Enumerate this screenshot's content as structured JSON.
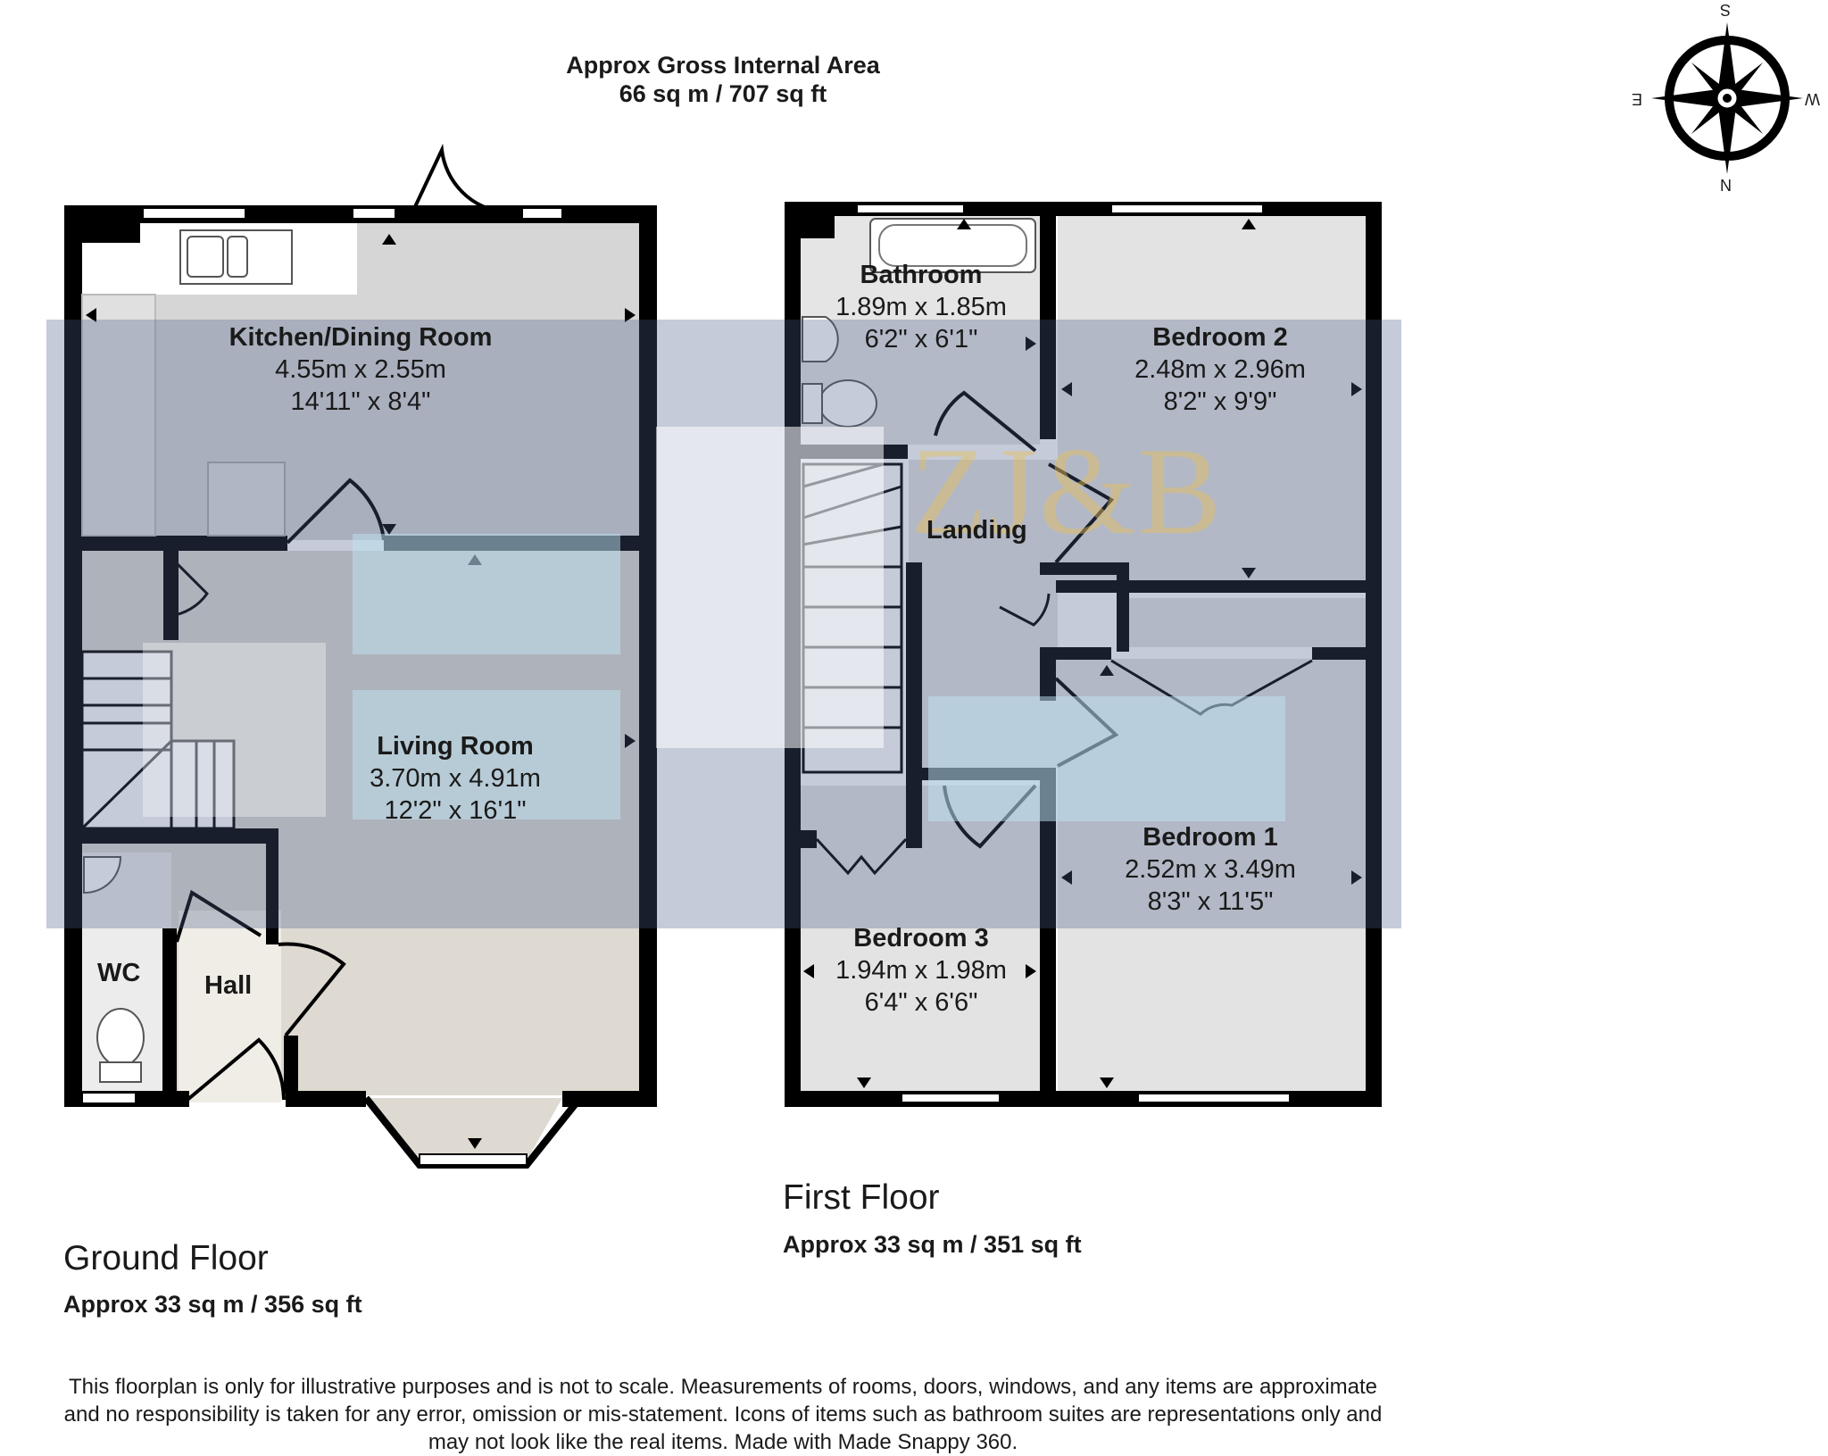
{
  "header": {
    "line1": "Approx Gross Internal Area",
    "line2": "66 sq m / 707 sq ft"
  },
  "ground_floor": {
    "title": "Ground Floor",
    "area": "Approx 33 sq m / 356 sq ft",
    "rooms": {
      "kitchen": {
        "name": "Kitchen/Dining Room",
        "metric": "4.55m x 2.55m",
        "imperial": "14'11\" x 8'4\""
      },
      "living": {
        "name": "Living Room",
        "metric": "3.70m x 4.91m",
        "imperial": "12'2\" x 16'1\""
      },
      "wc": {
        "name": "WC"
      },
      "hall": {
        "name": "Hall"
      }
    }
  },
  "first_floor": {
    "title": "First Floor",
    "area": "Approx 33 sq m / 351 sq ft",
    "rooms": {
      "bathroom": {
        "name": "Bathroom",
        "metric": "1.89m x 1.85m",
        "imperial": "6'2\" x 6'1\""
      },
      "bedroom2": {
        "name": "Bedroom 2",
        "metric": "2.48m x 2.96m",
        "imperial": "8'2\" x 9'9\""
      },
      "landing": {
        "name": "Landing"
      },
      "bedroom1": {
        "name": "Bedroom 1",
        "metric": "2.52m x 3.49m",
        "imperial": "8'3\" x 11'5\""
      },
      "bedroom3": {
        "name": "Bedroom 3",
        "metric": "1.94m x 1.98m",
        "imperial": "6'4\" x 6'6\""
      }
    }
  },
  "compass": {
    "n": "N",
    "s": "S",
    "e": "E",
    "w": "W"
  },
  "watermark": "ZJ&B",
  "disclaimer": {
    "line1": "This floorplan is only for illustrative purposes and is not to scale. Measurements of rooms, doors, windows, and any items are approximate",
    "line2": "and no responsibility is taken for any error, omission or mis-statement. Icons of items such as bathroom suites are representations only and",
    "line3": "may not look like the real items. Made with Made Snappy 360."
  },
  "colors": {
    "wall": "#000000",
    "kitchen_floor": "#d6d6d6",
    "hall_floor": "#f0ede6",
    "living_floor": "#dedad2",
    "bedroom_floor": "#e3e3e3",
    "watermark_band": "#4a5e8a",
    "watermark_text": "#e8c05a"
  }
}
